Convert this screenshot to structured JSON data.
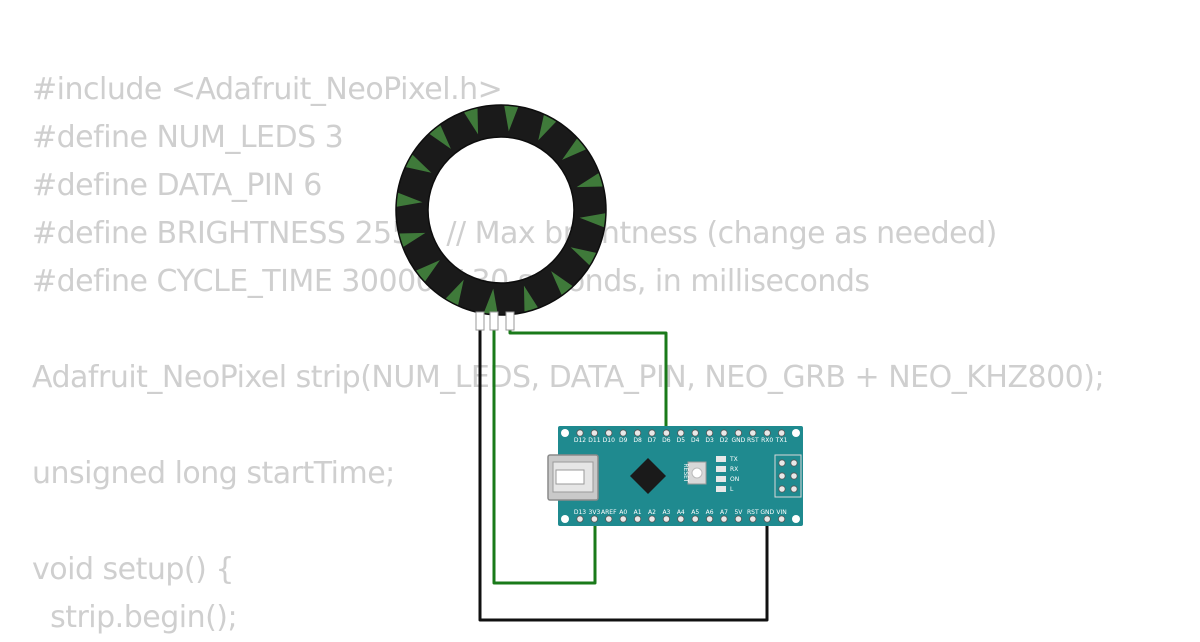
{
  "code_lines": [
    "#include <Adafruit_NeoPixel.h>",
    "#define NUM_LEDS 3",
    "#define DATA_PIN 6",
    "#define BRIGHTNESS 255    // Max brightness (change as needed)",
    "#define CYCLE_TIME 30000 // 30 seconds, in milliseconds",
    "",
    "Adafruit_NeoPixel strip(NUM_LEDS, DATA_PIN, NEO_GRB + NEO_KHZ800);",
    "",
    "unsigned long startTime;",
    "",
    "void setup() {",
    "  strip.begin();"
  ],
  "ring": {
    "led_count": 16,
    "body_color": "#1a1a1a",
    "led_color": "#3f7a3a"
  },
  "board": {
    "color": "#1f8a8f",
    "top_pins": [
      "D12",
      "D11",
      "D10",
      "D9",
      "D8",
      "D7",
      "D6",
      "D5",
      "D4",
      "D3",
      "D2",
      "GND",
      "RST",
      "RX0",
      "TX1"
    ],
    "bottom_pins": [
      "D13",
      "3V3",
      "AREF",
      "A0",
      "A1",
      "A2",
      "A3",
      "A4",
      "A5",
      "A6",
      "A7",
      "5V",
      "RST",
      "GND",
      "VIN"
    ],
    "reset_label": "RESET",
    "led_labels": [
      "TX",
      "RX",
      "ON",
      "L"
    ]
  },
  "wires": {
    "data_color": "#1a7a1a",
    "power_color": "#1a7a1a",
    "ground_color": "#111111"
  }
}
